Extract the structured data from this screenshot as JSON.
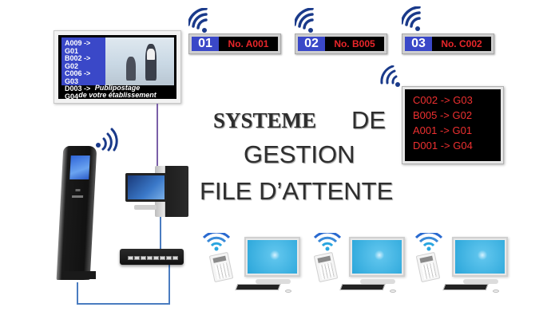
{
  "title": {
    "line1_a": "SYSTEME",
    "line1_b": "DE",
    "line2": "GESTION",
    "line3": "FILE D’ATTENTE"
  },
  "display_monitor": {
    "queue": [
      "A009 -> G01",
      "B002 -> G02",
      "C006 -> G03",
      "D003 -> G04"
    ],
    "ad_line1": "Publipostage",
    "ad_line2": "de votre établissement"
  },
  "counters": [
    {
      "number": "01",
      "ticket": "No. A001"
    },
    {
      "number": "02",
      "ticket": "No. B005"
    },
    {
      "number": "03",
      "ticket": "No. C002"
    }
  ],
  "main_board": {
    "rows": [
      "C002 -> G03",
      "B005 -> G02",
      "A001 -> G01",
      "D001 -> G04"
    ]
  },
  "devices": {
    "kiosk": "ticket-kiosk",
    "server": "pc-server",
    "switch": "network-switch",
    "workstations": [
      "workstation-1",
      "workstation-2",
      "workstation-3"
    ]
  },
  "colors": {
    "counter_blue": "#3a48c8",
    "led_red": "#e8262a",
    "wifi_dark_blue": "#1a3a8a",
    "wifi_light_blue": "#2aa6e0",
    "cable_purple": "#7a5fa8",
    "cable_blue": "#4a7cc0"
  }
}
